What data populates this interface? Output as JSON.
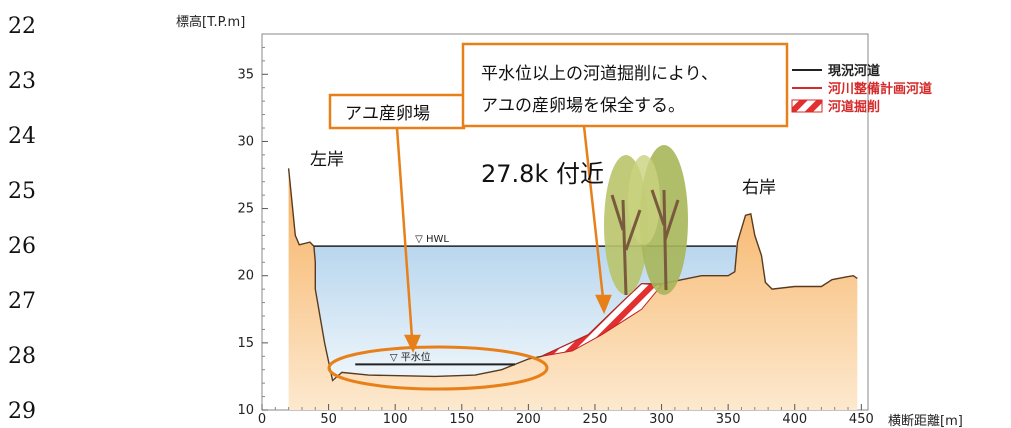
{
  "line_numbers": [
    "22",
    "23",
    "24",
    "25",
    "26",
    "27",
    "28",
    "29"
  ],
  "chart_data": {
    "type": "diagram",
    "ylabel": "標高[T.P.m]",
    "xlabel": "横断距離[m]",
    "x_ticks": [
      0,
      50,
      100,
      150,
      200,
      250,
      300,
      350,
      400,
      450
    ],
    "y_ticks": [
      10,
      15,
      20,
      25,
      30,
      35
    ],
    "xlim": [
      0,
      455
    ],
    "ylim": [
      10,
      38
    ],
    "legend": [
      {
        "label": "現況河道",
        "color": "#222222",
        "style": "line"
      },
      {
        "label": "河川整備計画河道",
        "color": "#d42a2a",
        "style": "line"
      },
      {
        "label": "河道掘削",
        "color": "#d42a2a",
        "style": "hatch"
      }
    ],
    "water_levels": [
      {
        "label": "HWL",
        "y": 22.2
      },
      {
        "label": "平水位",
        "y": 13.4
      }
    ],
    "terrain": [
      [
        20,
        28
      ],
      [
        22,
        26
      ],
      [
        25,
        23
      ],
      [
        28,
        22.3
      ],
      [
        36,
        22.5
      ],
      [
        39,
        22.2
      ],
      [
        40,
        21
      ],
      [
        40,
        19
      ],
      [
        47,
        15
      ],
      [
        53,
        12.2
      ],
      [
        60,
        12.8
      ],
      [
        80,
        12.6
      ],
      [
        130,
        12.5
      ],
      [
        160,
        12.6
      ],
      [
        180,
        13
      ],
      [
        200,
        13.8
      ],
      [
        210,
        14
      ],
      [
        245,
        15.6
      ],
      [
        270,
        18
      ],
      [
        285,
        19.4
      ],
      [
        300,
        19.4
      ],
      [
        330,
        20
      ],
      [
        350,
        20
      ],
      [
        355,
        20.3
      ],
      [
        357,
        22.5
      ],
      [
        363,
        24.5
      ],
      [
        367,
        24.6
      ],
      [
        370,
        23
      ],
      [
        375,
        21.5
      ],
      [
        378,
        19.5
      ],
      [
        383,
        19
      ],
      [
        400,
        19.2
      ],
      [
        420,
        19.2
      ],
      [
        428,
        19.7
      ],
      [
        438,
        19.9
      ],
      [
        444,
        20
      ],
      [
        447,
        19.8
      ],
      [
        447,
        10
      ]
    ],
    "excavation": [
      [
        210,
        14
      ],
      [
        233,
        14.4
      ],
      [
        255,
        15.6
      ],
      [
        285,
        17.5
      ],
      [
        300,
        19.3
      ],
      [
        285,
        19.4
      ],
      [
        270,
        18
      ],
      [
        245,
        15.6
      ]
    ],
    "annotations": {
      "spawning_ground": "アユ産卵場",
      "note": "平水位以上の河道掘削により、アユの産卵場を保全する。",
      "location": "27.8k 付近",
      "left_bank": "左岸",
      "right_bank": "右岸"
    }
  }
}
